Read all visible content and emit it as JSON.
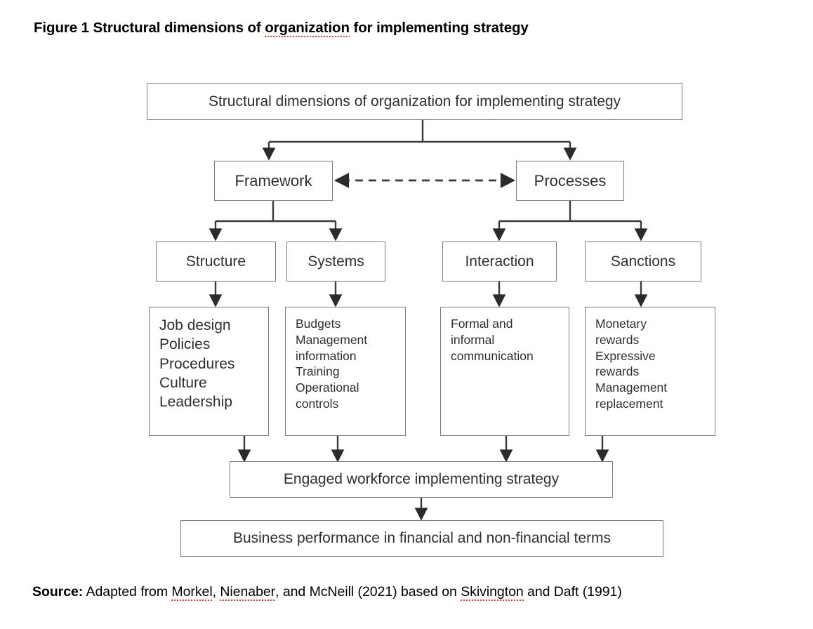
{
  "figure": {
    "caption_prefix": "Figure 1 Structural dimensions of ",
    "caption_misspelled": "organization",
    "caption_suffix": " for implementing strategy"
  },
  "source": {
    "label": "Source:",
    "text_1": " Adapted from ",
    "name_1": "Morkel",
    "text_2": ", ",
    "name_2": "Nienaber",
    "text_3": ", and McNeill (2021) based on ",
    "name_3": "Skivington",
    "text_4": " and Daft (1991)"
  },
  "colors": {
    "box_border": "#7b7b7b",
    "box_fill": "#ffffff",
    "connector": "#3a3a3a",
    "text": "#2f2f2f",
    "spellcheck_underline": "#e8392b"
  },
  "diagram": {
    "type": "hierarchy-flowchart",
    "nodes": {
      "root": {
        "label": "Structural dimensions of organization for implementing strategy"
      },
      "framework": {
        "label": "Framework"
      },
      "processes": {
        "label": "Processes"
      },
      "structure": {
        "label": "Structure"
      },
      "systems": {
        "label": "Systems"
      },
      "interaction": {
        "label": "Interaction"
      },
      "sanctions": {
        "label": "Sanctions"
      },
      "framework_details": {
        "label": "Job design\nPolicies\nProcedures\nCulture\nLeadership"
      },
      "systems_details": {
        "label": "Budgets\nManagement\ninformation\nTraining\nOperational\ncontrols"
      },
      "interaction_details": {
        "label": "Formal and\ninformal\ncommunication"
      },
      "sanctions_details": {
        "label": "Monetary\nrewards\nExpressive\nrewards\nManagement\nreplacement"
      },
      "workforce": {
        "label": "Engaged workforce implementing strategy"
      },
      "performance": {
        "label": "Business performance in financial and non-financial terms"
      }
    },
    "edges": [
      {
        "from": "root",
        "to": "framework",
        "style": "solid",
        "arrow": "single"
      },
      {
        "from": "root",
        "to": "processes",
        "style": "solid",
        "arrow": "single"
      },
      {
        "from": "framework",
        "to": "processes",
        "style": "dashed",
        "arrow": "double"
      },
      {
        "from": "framework",
        "to": "structure",
        "style": "solid",
        "arrow": "single"
      },
      {
        "from": "framework",
        "to": "systems",
        "style": "solid",
        "arrow": "single"
      },
      {
        "from": "processes",
        "to": "interaction",
        "style": "solid",
        "arrow": "single"
      },
      {
        "from": "processes",
        "to": "sanctions",
        "style": "solid",
        "arrow": "single"
      },
      {
        "from": "structure",
        "to": "framework_details",
        "style": "solid",
        "arrow": "single"
      },
      {
        "from": "systems",
        "to": "systems_details",
        "style": "solid",
        "arrow": "single"
      },
      {
        "from": "interaction",
        "to": "interaction_details",
        "style": "solid",
        "arrow": "single"
      },
      {
        "from": "sanctions",
        "to": "sanctions_details",
        "style": "solid",
        "arrow": "single"
      },
      {
        "from": "framework_details",
        "to": "workforce",
        "style": "solid",
        "arrow": "single"
      },
      {
        "from": "systems_details",
        "to": "workforce",
        "style": "solid",
        "arrow": "single"
      },
      {
        "from": "interaction_details",
        "to": "workforce",
        "style": "solid",
        "arrow": "single"
      },
      {
        "from": "sanctions_details",
        "to": "workforce",
        "style": "solid",
        "arrow": "single"
      },
      {
        "from": "workforce",
        "to": "performance",
        "style": "solid",
        "arrow": "single"
      }
    ]
  }
}
